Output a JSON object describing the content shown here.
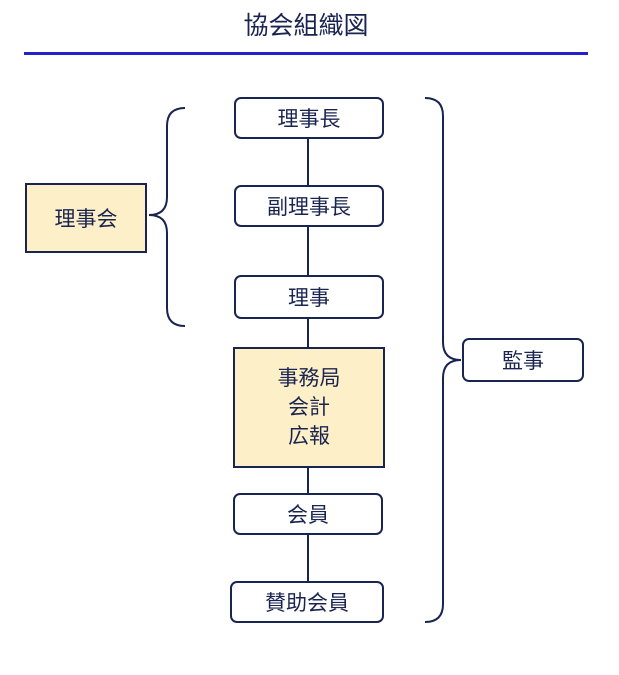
{
  "title": "協会組織図",
  "colors": {
    "text": "#1a2450",
    "rule": "#2222cc",
    "highlight_fill": "#fdf0c8",
    "box_fill": "#ffffff"
  },
  "nodes": {
    "chairman": "理事長",
    "vice_chairman": "副理事長",
    "director": "理事",
    "secretariat": [
      "事務局",
      "会計",
      "広報"
    ],
    "member": "会員",
    "supporting_member": "賛助会員",
    "board": "理事会",
    "auditor": "監事"
  }
}
